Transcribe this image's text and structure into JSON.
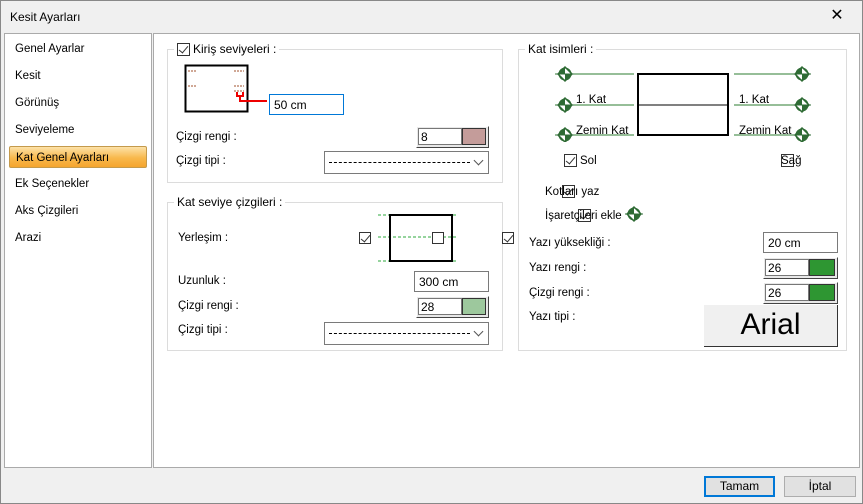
{
  "window": {
    "title": "Kesit Ayarları",
    "close_icon": "close-icon"
  },
  "sidebar": {
    "items": [
      {
        "label": "Genel Ayarlar",
        "selected": false
      },
      {
        "label": "Kesit",
        "selected": false
      },
      {
        "label": "Görünüş",
        "selected": false
      },
      {
        "label": "Seviyeleme",
        "selected": false
      },
      {
        "label": "Kat Genel Ayarları",
        "selected": true
      },
      {
        "label": "Ek Seçenekler",
        "selected": false
      },
      {
        "label": "Aks Çizgileri",
        "selected": false
      },
      {
        "label": "Arazi",
        "selected": false
      }
    ]
  },
  "beam_levels": {
    "legend": "Kiriş seviyeleri :",
    "checked": true,
    "offset_value": "50 cm",
    "line_color_label": "Çizgi rengi :",
    "line_color_num": "8",
    "line_color_hex": "#c49c9a",
    "line_type_label": "Çizgi tipi :"
  },
  "level_lines": {
    "legend": "Kat seviye çizgileri  :",
    "placement_label": "Yerleşim :",
    "left_checked": true,
    "center_checked": false,
    "right_checked": true,
    "length_label": "Uzunluk :",
    "length_value": "300 cm",
    "line_color_label": "Çizgi rengi :",
    "line_color_num": "28",
    "line_color_hex": "#9dc89d",
    "line_type_label": "Çizgi tipi :"
  },
  "floor_names": {
    "legend": "Kat isimleri :",
    "floor1": "1. Kat",
    "ground": "Zemin Kat",
    "left_label": "Sol",
    "left_checked": true,
    "right_label": "Sağ",
    "right_checked": false,
    "dim_label": "Kotları yaz",
    "dim_checked": true,
    "markers_label": "İşaretçileri ekle",
    "markers_checked": true,
    "text_height_label": "Yazı yüksekliği :",
    "text_height_value": "20 cm",
    "text_color_label": "Yazı rengi :",
    "text_color_num": "26",
    "text_color_hex": "#2e9632",
    "line_color_label": "Çizgi rengi :",
    "line_color_num": "26",
    "line_color_hex": "#2e9632",
    "font_label": "Yazı tipi :",
    "font_value": "Arial"
  },
  "footer": {
    "ok": "Tamam",
    "cancel": "İptal"
  },
  "colors": {
    "accent": "#0078d7",
    "marker": "#2e6b34"
  }
}
